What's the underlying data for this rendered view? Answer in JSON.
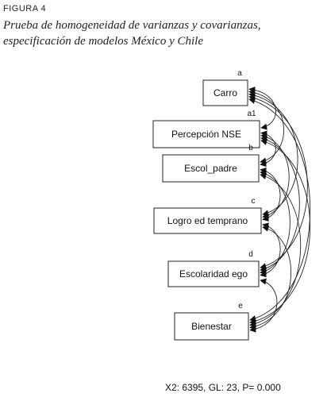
{
  "figure": {
    "label": "FIGURA 4",
    "title_line1": "Prueba de homogeneidad de varianzas y covarianzas,",
    "title_line2": "especificación de modelos México y Chile"
  },
  "nodes": [
    {
      "id": "carro",
      "label": "Carro",
      "letter": "a"
    },
    {
      "id": "percepcion",
      "label": "Percepción NSE",
      "letter": "a1"
    },
    {
      "id": "escol-padre",
      "label": "Escol_padre",
      "letter": "b"
    },
    {
      "id": "logro",
      "label": "Logro ed temprano",
      "letter": "c"
    },
    {
      "id": "escolaridad",
      "label": "Escolaridad ego",
      "letter": "d"
    },
    {
      "id": "bienestar",
      "label": "Bienestar",
      "letter": "e"
    }
  ],
  "fit": {
    "text": "X2: 6395, GL: 23, P= 0.000"
  }
}
